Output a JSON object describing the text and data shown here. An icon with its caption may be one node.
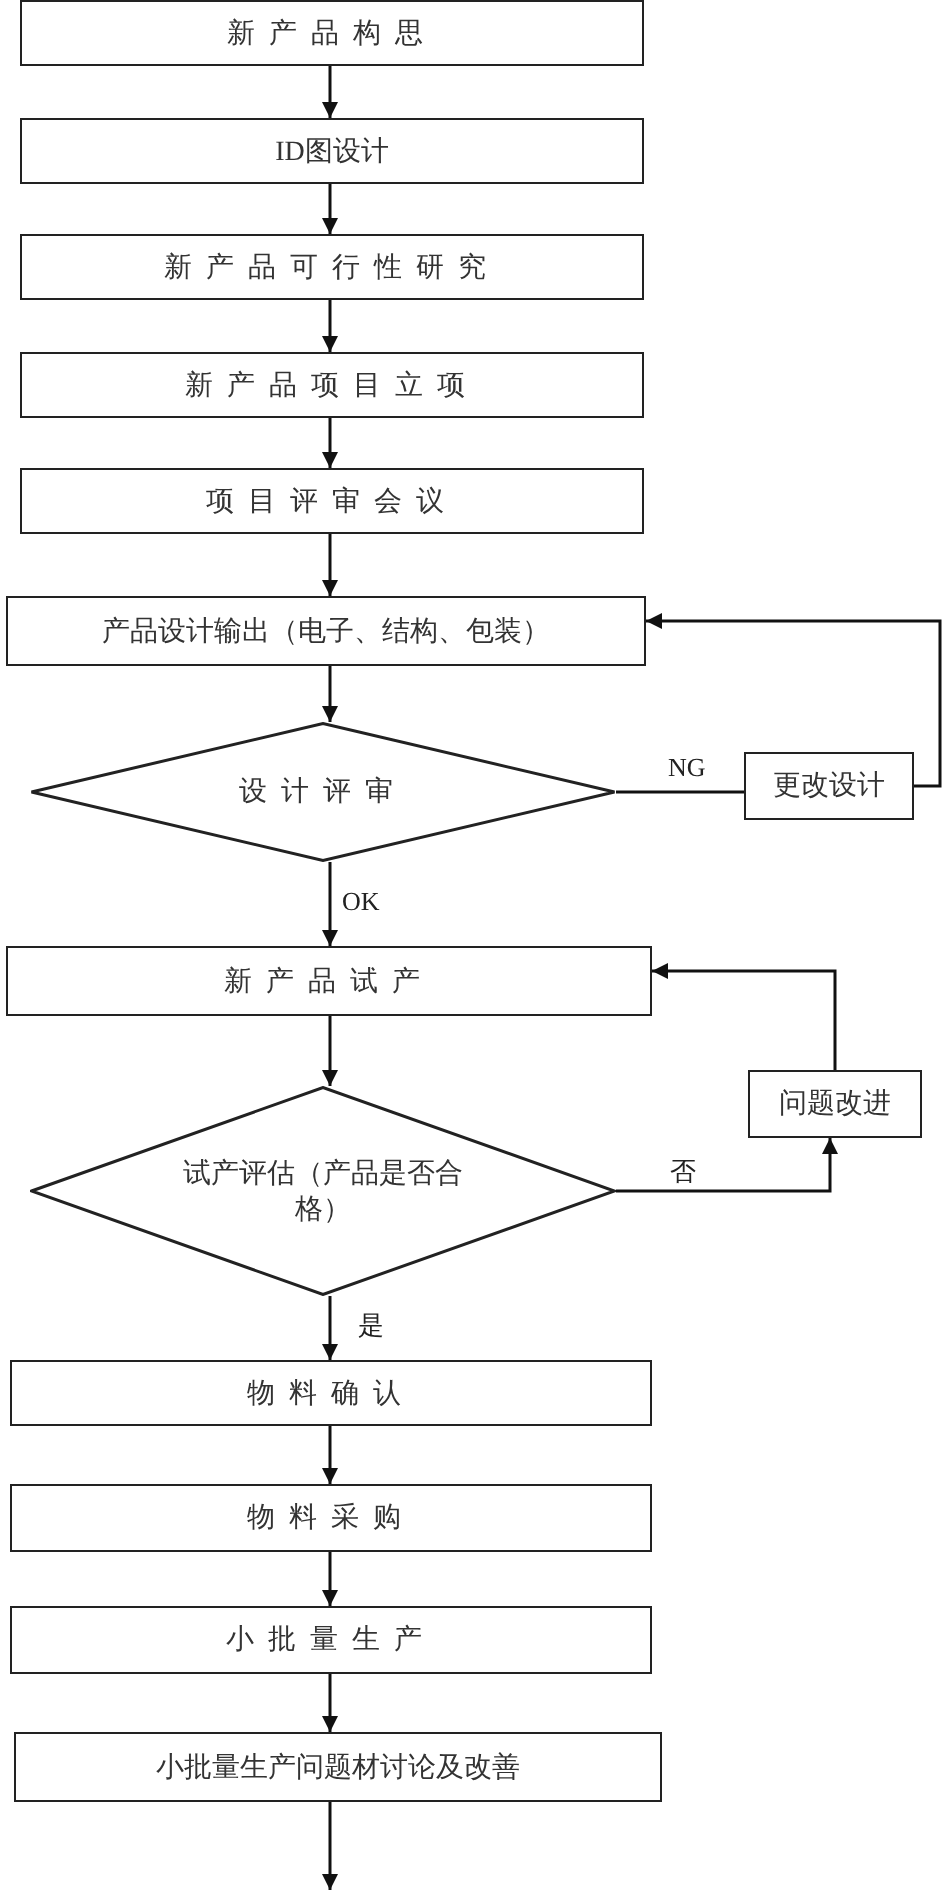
{
  "diagram": {
    "nodes": [
      {
        "text": [
          "新产品构思"
        ]
      },
      {
        "text": [
          "ID图设计"
        ]
      },
      {
        "text": [
          "新产品可行性研究"
        ]
      },
      {
        "text": [
          "新产品项目立项"
        ]
      },
      {
        "text": [
          "项目评审会议"
        ]
      },
      {
        "text": [
          "产品设计输出（电子、结构、包装）"
        ]
      },
      {
        "text": [
          "设计评审"
        ]
      },
      {
        "text": [
          "更改设计"
        ]
      },
      {
        "text": [
          "新产品试产"
        ]
      },
      {
        "text": [
          "问题改进"
        ]
      },
      {
        "text": [
          "试产评估（产品是否合格）"
        ]
      },
      {
        "text": [
          "物料确认"
        ]
      },
      {
        "text": [
          "物料采购"
        ]
      },
      {
        "text": [
          "小批量生产"
        ]
      },
      {
        "text": [
          "小批量生产问题材讨论及改善"
        ]
      }
    ],
    "edges": [
      {
        "from": 0,
        "to": 1,
        "arrow": "to"
      },
      {
        "from": 1,
        "to": 2,
        "arrow": "to"
      },
      {
        "from": 2,
        "to": 3,
        "arrow": "to"
      },
      {
        "from": 3,
        "to": 4,
        "arrow": "to"
      },
      {
        "from": 4,
        "to": 5,
        "arrow": "to"
      },
      {
        "from": 5,
        "to": 6,
        "arrow": "to"
      },
      {
        "from": 6,
        "to": 7,
        "arrow": "none",
        "label": "NG"
      },
      {
        "from": 7,
        "to": 5,
        "arrow": "to"
      },
      {
        "from": 6,
        "to": 8,
        "arrow": "to",
        "label": "OK"
      },
      {
        "from": 8,
        "to": 10,
        "arrow": "to"
      },
      {
        "from": 10,
        "to": 9,
        "arrow": "to",
        "label": "否"
      },
      {
        "from": 9,
        "to": 8,
        "arrow": "to"
      },
      {
        "from": 10,
        "to": 11,
        "arrow": "to",
        "label": "是"
      },
      {
        "from": 11,
        "to": 12,
        "arrow": "to"
      },
      {
        "from": 12,
        "to": 13,
        "arrow": "to"
      },
      {
        "from": 13,
        "to": 14,
        "arrow": "to"
      },
      {
        "from": 14,
        "to": null,
        "arrow": "to"
      }
    ]
  }
}
